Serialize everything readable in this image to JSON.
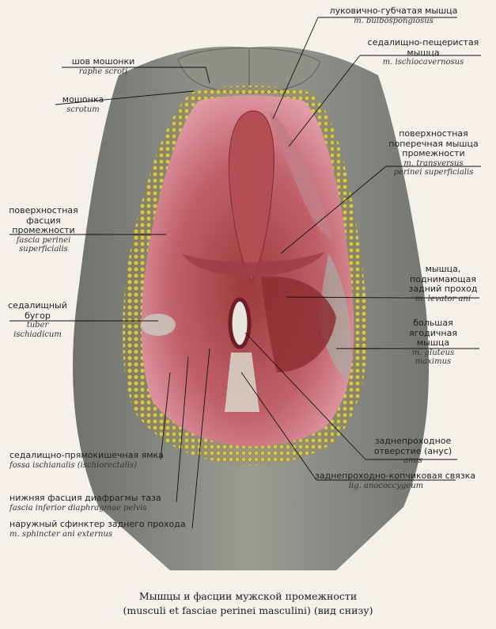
{
  "labels": {
    "bulbospongiosus": {
      "ru": "луковично-губчатая мышца",
      "la": "m. bulbospongiosus"
    },
    "ischiocavernosus": {
      "ru1": "седалищно-пещеристая",
      "ru2": "мышца",
      "la": "m. ischiocavernosus"
    },
    "transversus": {
      "ru1": "поверхностная",
      "ru2": "поперечная мышца",
      "ru3": "промежности",
      "la1": "m. transversus",
      "la2": "perinei superficialis"
    },
    "levator": {
      "ru1": "мышца,",
      "ru2": "поднимающая",
      "ru3": "задний проход",
      "la": "m. levator ani"
    },
    "gluteus": {
      "ru1": "большая",
      "ru2": "ягодичная",
      "ru3": "мышца",
      "la1": "m. gluteus",
      "la2": "maximus"
    },
    "anus": {
      "ru1": "заднепроходное",
      "ru2": "отверстие (анус)",
      "la": "anus"
    },
    "anococcygeum": {
      "ru": "заднепроходно-копчиковая связка",
      "la": "lig. anococcygeum"
    },
    "raphe": {
      "ru": "шов мошонки",
      "la": "raphe scroti"
    },
    "scrotum": {
      "ru": "мошонка",
      "la": "scrotum"
    },
    "fascia_perinei": {
      "ru1": "поверхностная",
      "ru2": "фасция",
      "ru3": "промежности",
      "la1": "fascia perinei",
      "la2": "superficialis"
    },
    "tuber": {
      "ru1": "седалищный",
      "ru2": "бугор",
      "la1": "tuber",
      "la2": "ischiadicum"
    },
    "fossa": {
      "ru": "седалищно-прямокишечная ямка",
      "la": "fossa ischianalis (ischiorectalis)"
    },
    "fascia_inferior": {
      "ru": "нижняя фасция диафрагмы таза",
      "la": "fascia inferior diaphragmae pelvis"
    },
    "sphincter": {
      "ru": "наружный сфинктер заднего прохода",
      "la": "m. sphincter ani externus"
    }
  },
  "caption": {
    "line1": "Мышцы и фасции мужской промежности",
    "line2": "(musculi et fasciae perinei masculini) (вид снизу)"
  },
  "colors": {
    "skin": "#8c8f86",
    "fat": "#c9b24a",
    "muscle": "#b8565a",
    "fascia": "#d98c98",
    "line": "#111111"
  }
}
